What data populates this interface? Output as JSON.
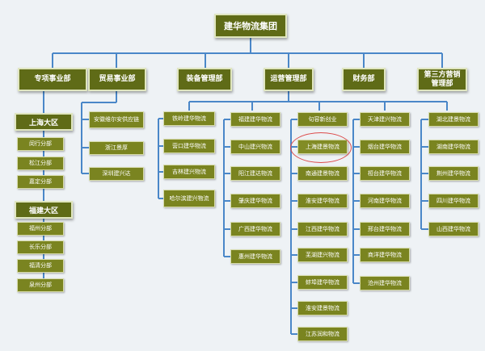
{
  "org_chart": {
    "root": "建华物流集团",
    "departments": {
      "special": "专项事业部",
      "trade": "贸易事业部",
      "equipment": "装备管理部",
      "operations": "运营管理部",
      "finance": "财务部",
      "third_party": "第三方营销管理部"
    },
    "special": {
      "shanghai_region": "上海大区",
      "shanghai_units": [
        "闵行分部",
        "松江分部",
        "嘉定分部"
      ],
      "fujian_region": "福建大区",
      "fujian_units": [
        "福州分部",
        "长乐分部",
        "福清分部",
        "泉州分部"
      ]
    },
    "trade_units": [
      "安徽维尔安供应链",
      "浙江景厚",
      "深圳建兴达"
    ],
    "ops_col1": [
      "铁岭建华物流",
      "营口建华物流",
      "吉林建兴物流",
      "哈尔滨建兴物流"
    ],
    "ops_col2": [
      "福建建华物流",
      "中山建兴物流",
      "阳江建达物流",
      "肇庆建华物流",
      "广西建华物流",
      "惠州建华物流"
    ],
    "ops_col3": [
      "句容新创业",
      "上海建景物流",
      "南通建景物流",
      "淮安建华物流",
      "江西建华物流",
      "芜湖建兴物流",
      "蚌埠建华物流",
      "淮安建景物流",
      "江苏润和物流"
    ],
    "ops_col4": [
      "天津建兴物流",
      "烟台建华物流",
      "桓台建华物流",
      "河南建华物流",
      "邢台建华物流",
      "商洋建华物流",
      "沧州建华物流"
    ],
    "ops_col5": [
      "湖北建景物流",
      "湖南建华物流",
      "荆州建华物流",
      "四川建华物流",
      "山西建华物流"
    ],
    "highlighted_unit": "上海建景物流"
  }
}
